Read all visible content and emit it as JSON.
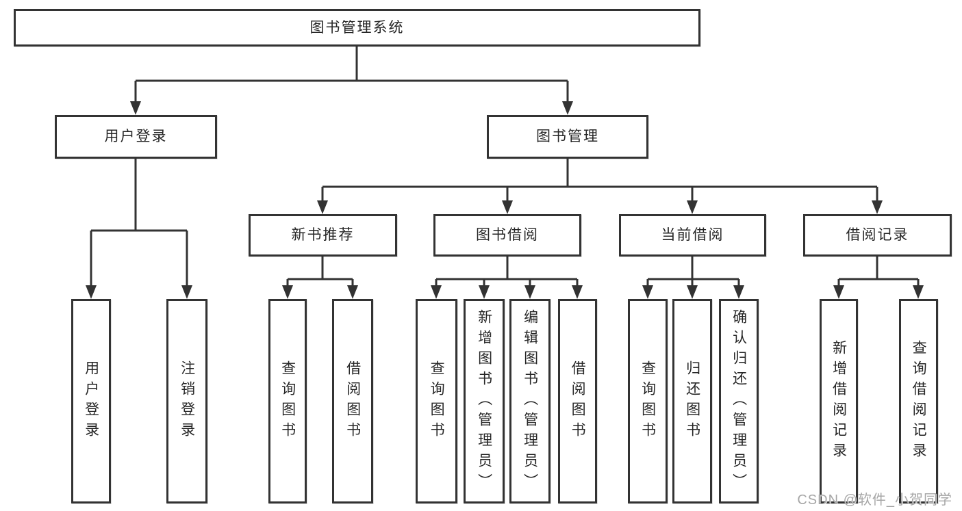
{
  "diagram": {
    "tree": {
      "root": {
        "label": "图书管理系统",
        "children": [
          {
            "label": "用户登录",
            "children": [
              {
                "label": "用户登录"
              },
              {
                "label": "注销登录"
              }
            ]
          },
          {
            "label": "图书管理",
            "children": [
              {
                "label": "新书推荐",
                "children": [
                  {
                    "label": "查询图书"
                  },
                  {
                    "label": "借阅图书"
                  }
                ]
              },
              {
                "label": "图书借阅",
                "children": [
                  {
                    "label": "查询图书"
                  },
                  {
                    "label": "新增图书（管理员）"
                  },
                  {
                    "label": "编辑图书（管理员）"
                  },
                  {
                    "label": "借阅图书"
                  }
                ]
              },
              {
                "label": "当前借阅",
                "children": [
                  {
                    "label": "查询图书"
                  },
                  {
                    "label": "归还图书"
                  },
                  {
                    "label": "确认归还（管理员）"
                  }
                ]
              },
              {
                "label": "借阅记录",
                "children": [
                  {
                    "label": "新增借阅记录"
                  },
                  {
                    "label": "查询借阅记录"
                  }
                ]
              }
            ]
          }
        ]
      }
    },
    "colors": {
      "line": "#333333",
      "box_border": "#333333",
      "box_background": "#ffffff",
      "text": "#262626",
      "watermark": "#a6a6a6"
    }
  },
  "watermark": {
    "text": "CSDN @软件_小贺同学"
  }
}
